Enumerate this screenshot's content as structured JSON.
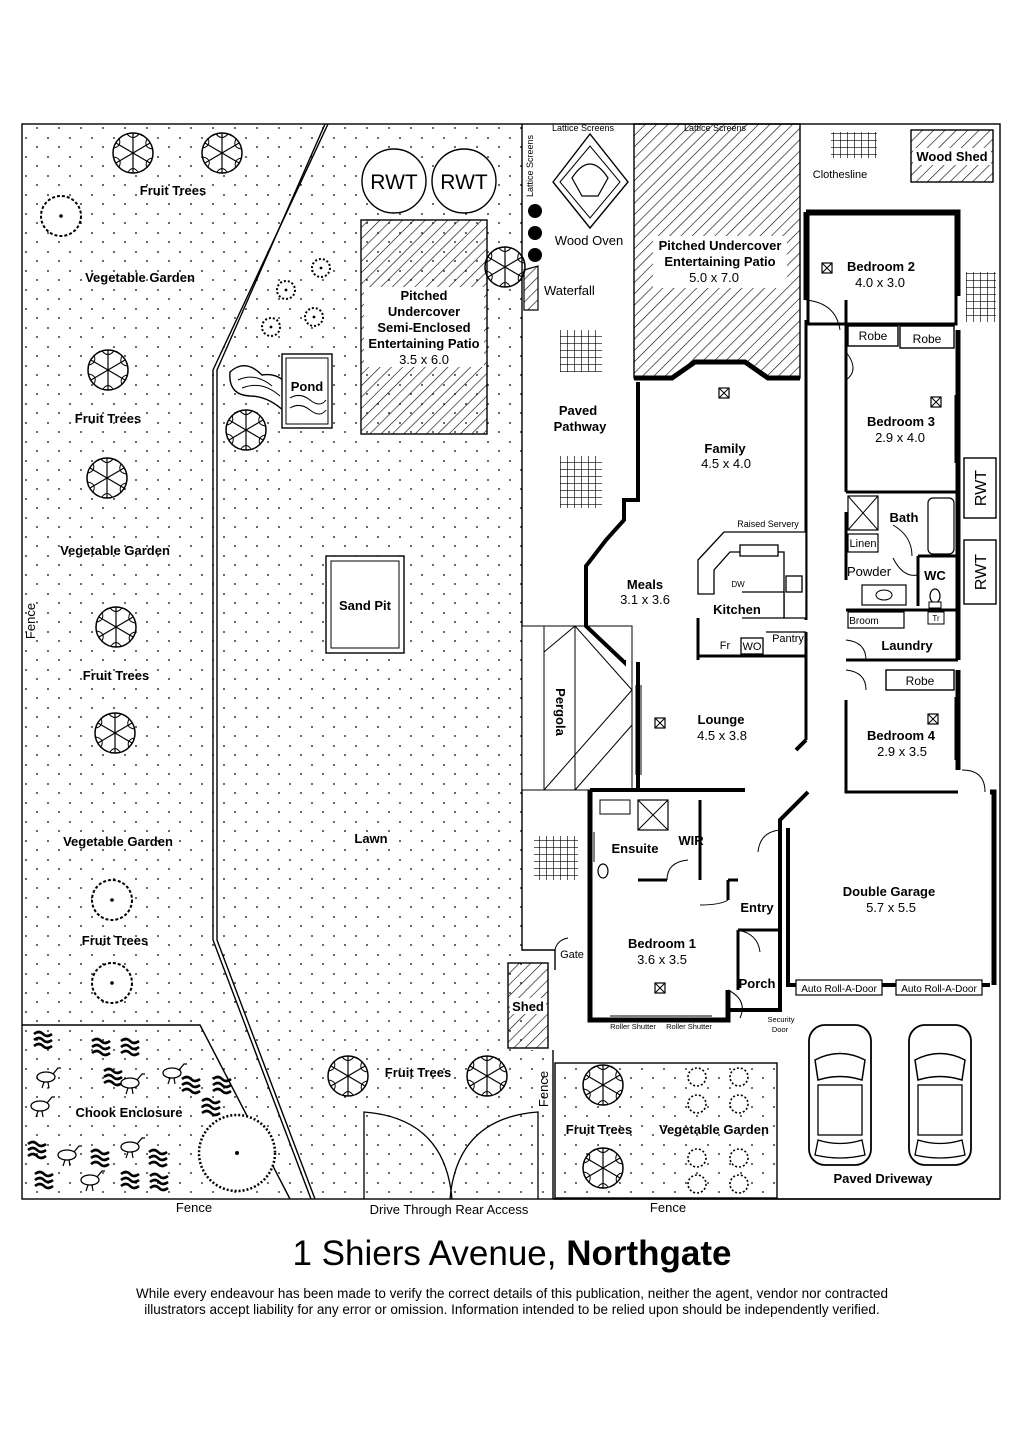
{
  "title": {
    "street": "1 Shiers Avenue,",
    "suburb": "Northgate"
  },
  "disclaimer": {
    "line1": "While every endeavour has been made to verify the correct details of this publication, neither the agent, vendor nor contracted",
    "line2": "illustrators accept liability for any error or omission. Information intended to be relied upon should be independently verified."
  },
  "rooms": {
    "bedroom2": {
      "name": "Bedroom 2",
      "size": "4.0 x 3.0"
    },
    "bedroom3": {
      "name": "Bedroom 3",
      "size": "2.9 x 4.0"
    },
    "bedroom4": {
      "name": "Bedroom 4",
      "size": "2.9 x 3.5"
    },
    "bedroom1": {
      "name": "Bedroom 1",
      "size": "3.6 x 3.5"
    },
    "family": {
      "name": "Family",
      "size": "4.5 x 4.0"
    },
    "meals": {
      "name": "Meals",
      "size": "3.1 x 3.6"
    },
    "lounge": {
      "name": "Lounge",
      "size": "4.5 x 3.8"
    },
    "garage": {
      "name": "Double Garage",
      "size": "5.7 x 5.5"
    },
    "patio_right": {
      "line1": "Pitched Undercover",
      "line2": "Entertaining Patio",
      "size": "5.0 x 7.0"
    },
    "patio_left": {
      "line1": "Pitched",
      "line2": "Undercover",
      "line3": "Semi-Enclosed",
      "line4": "Entertaining Patio",
      "size": "3.5 x 6.0"
    },
    "kitchen": "Kitchen",
    "bath": "Bath",
    "linen": "Linen",
    "powder": "Powder",
    "wc": "WC",
    "broom": "Broom",
    "laundry": "Laundry",
    "ensuite": "Ensuite",
    "wir": "WIR",
    "entry": "Entry",
    "porch": "Porch",
    "pantry": "Pantry",
    "robe": "Robe"
  },
  "fixtures": {
    "raised_servery": "Raised Servery",
    "dw": "DW",
    "fr": "Fr",
    "wo": "WO",
    "tr": "Tr",
    "security_door_1": "Security",
    "security_door_2": "Door",
    "roller_shutter": "Roller Shutter",
    "auto_door": "Auto Roll-A-Door",
    "rwt": "RWT",
    "lattice_screens": "Lattice Screens"
  },
  "outdoor": {
    "fruit_trees": "Fruit Trees",
    "vegetable_garden": "Vegetable Garden",
    "fence": "Fence",
    "pond": "Pond",
    "sand_pit": "Sand Pit",
    "lawn": "Lawn",
    "wood_oven": "Wood Oven",
    "waterfall": "Waterfall",
    "paved_pathway_1": "Paved",
    "paved_pathway_2": "Pathway",
    "pergola": "Pergola",
    "clothesline": "Clothesline",
    "wood_shed": "Wood Shed",
    "shed": "Shed",
    "gate": "Gate",
    "chook_enclosure": "Chook Enclosure",
    "drive_through": "Drive Through Rear Access",
    "paved_driveway": "Paved Driveway"
  }
}
